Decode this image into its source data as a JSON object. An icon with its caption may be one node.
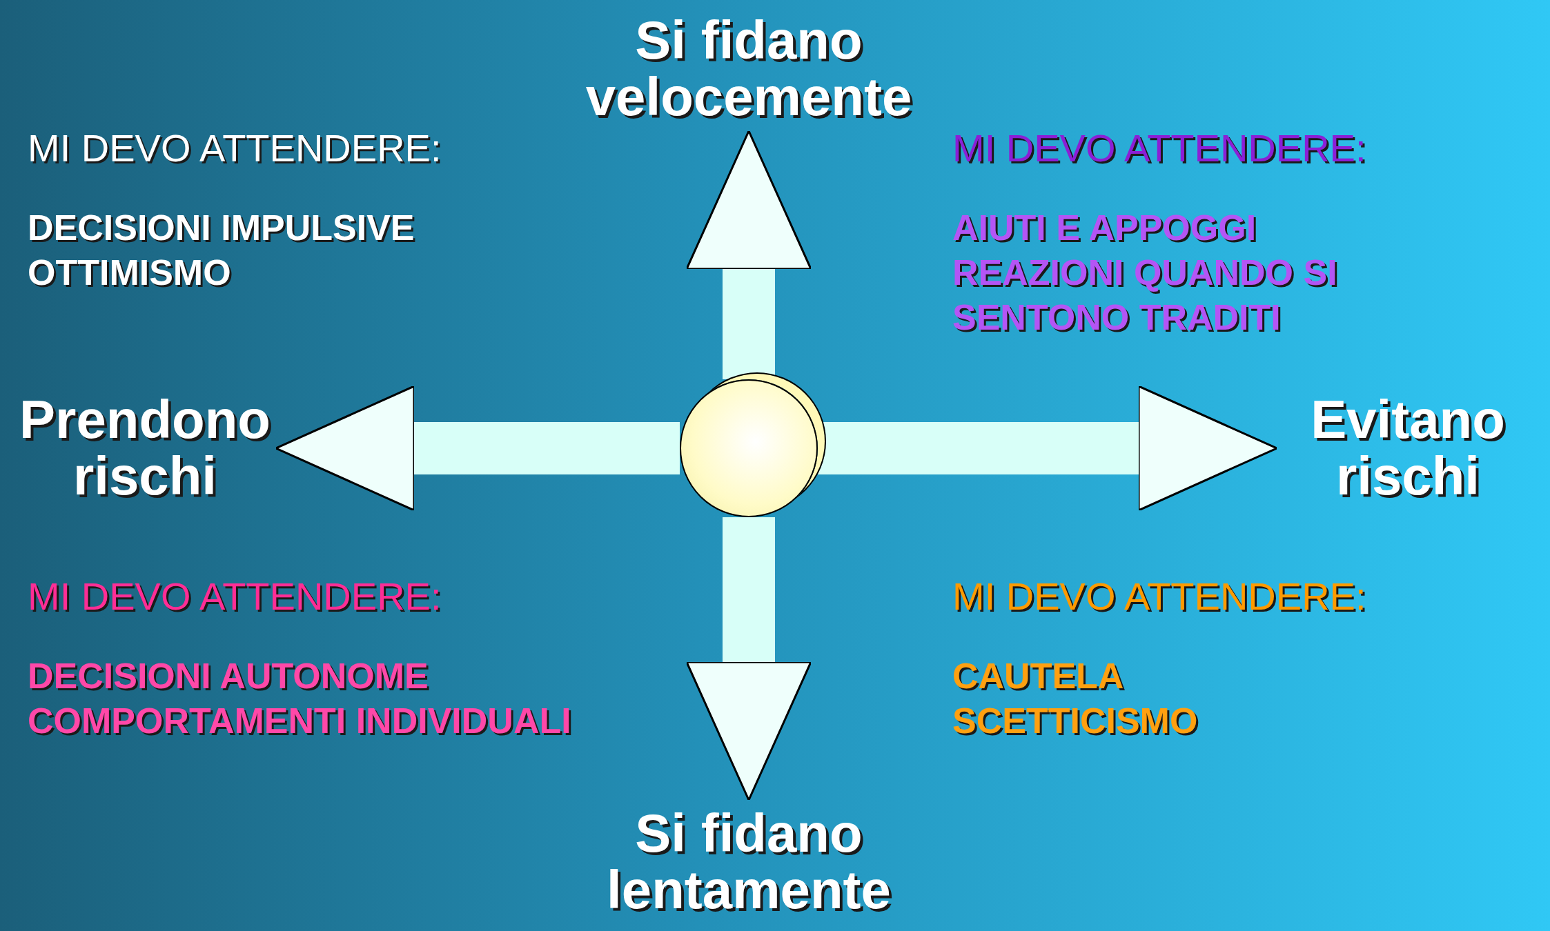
{
  "diagram": {
    "nodes": [
      {
        "text": [],
        "shape": "circle"
      },
      {
        "text": [
          "Si fidano velocemente"
        ]
      },
      {
        "text": [
          "Prendono rischi"
        ]
      },
      {
        "text": [
          "Evitano rischi"
        ]
      },
      {
        "text": [
          "Si fidano lentamente"
        ]
      }
    ],
    "edges": [
      {
        "from": 0,
        "to": 1,
        "arrow": "to"
      },
      {
        "from": 0,
        "to": 2,
        "arrow": "to"
      },
      {
        "from": 0,
        "to": 3,
        "arrow": "to"
      },
      {
        "from": 0,
        "to": 4,
        "arrow": "to"
      }
    ],
    "labels": [
      "MI DEVO ATTENDERE:",
      "DECISIONI IMPULSIVE",
      "OTTIMISMO",
      "MI DEVO ATTENDERE:",
      "AIUTI E APPOGGI",
      "REAZIONI QUANDO SI SENTONO TRADITI",
      "MI DEVO ATTENDERE:",
      "DECISIONI AUTONOME",
      "COMPORTAMENTI INDIVIDUALI",
      "MI DEVO ATTENDERE:",
      "CAUTELA",
      "SCETTICISMO"
    ]
  }
}
